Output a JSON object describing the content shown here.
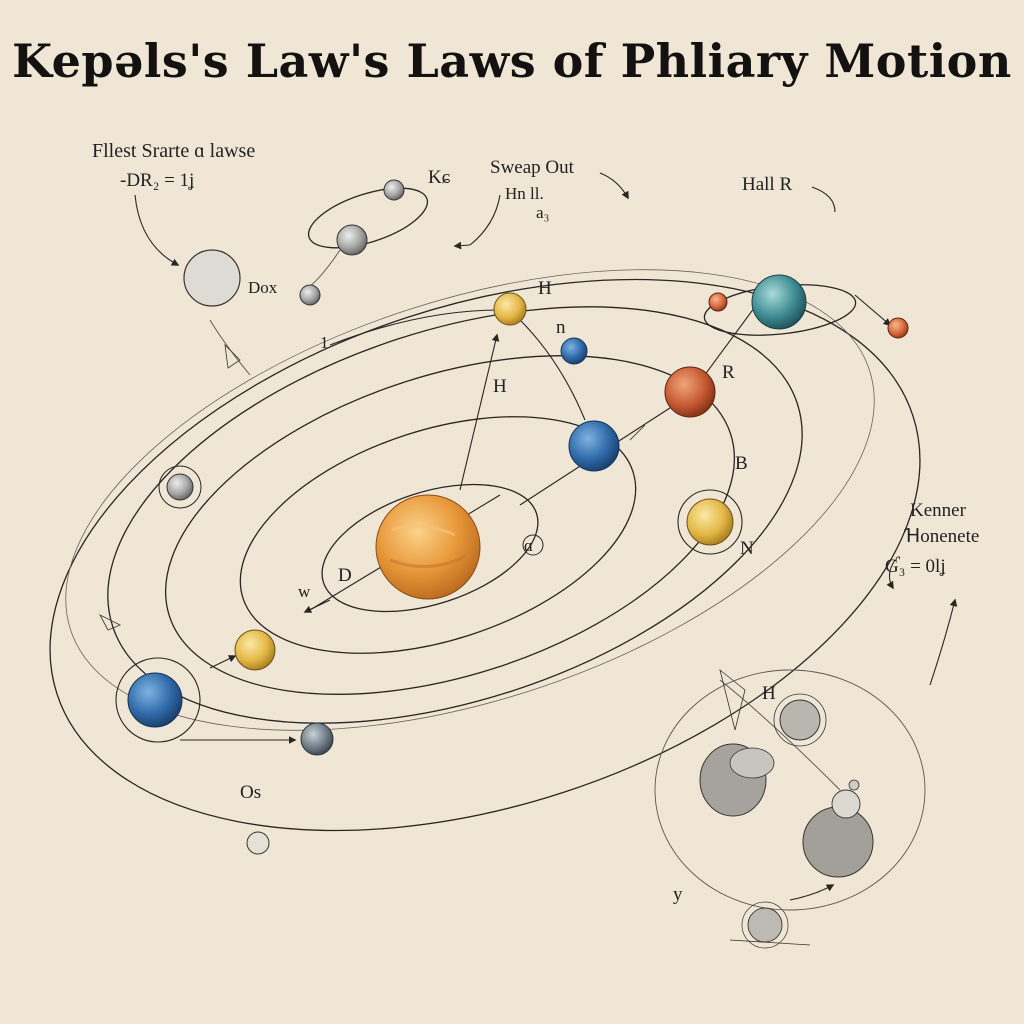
{
  "title": "Kepəls's Law's Laws of Phliary Motion",
  "annotations": {
    "first_law": "Fllest Srarte ɑ lawse",
    "first_formula": "-DR₂ = 1ʝ",
    "sweep": "Sweap Out",
    "sweep_sub1": "Hn ll.",
    "sweep_sub2": "a₃",
    "kg": "Kɕ",
    "hall": "Hall R",
    "dox": "Dox",
    "one": "1",
    "h_top": "H",
    "n_top": "n",
    "h_mid": "H",
    "r_label": "R",
    "b_label": "B",
    "n_right": "N",
    "kenner": "Kenner",
    "honenete": "Ɦonenete",
    "right_formula": "Ɠ₃ = 0lʝ",
    "d_label": "D",
    "w_label": "w",
    "o_label": "Os",
    "h_lower": "H",
    "y_label": "y",
    "sun_mark": "ɑ"
  },
  "colors": {
    "paper": "#efe6d6",
    "ink": "#2a2622",
    "sun": "#e59a3a",
    "blue_planet": "#2f6aa8",
    "red_planet": "#c65a33",
    "gold_planet": "#e4b846",
    "teal_planet": "#3f8c94",
    "gray_planet": "#9a9a9a"
  }
}
